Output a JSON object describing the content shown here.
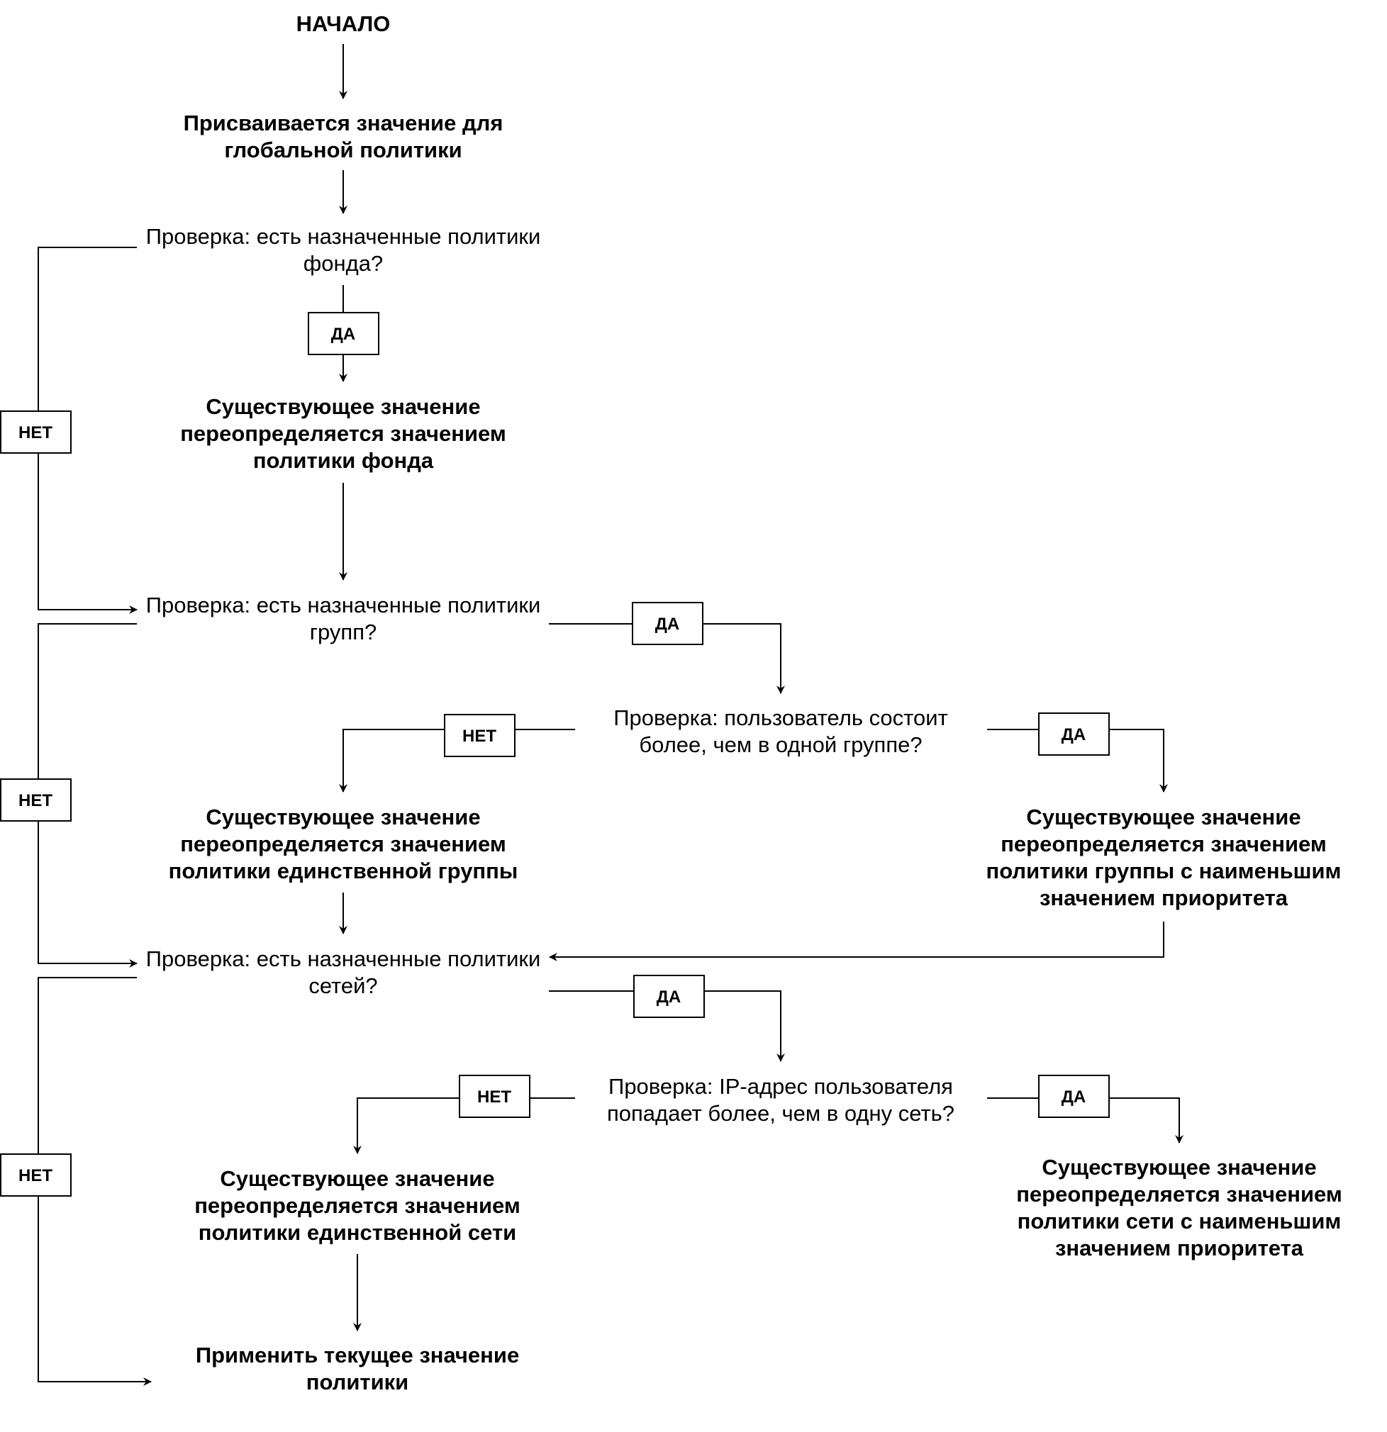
{
  "diagram": {
    "start": "НАЧАЛО",
    "global_policy": [
      "Присваивается значение для",
      "глобальной политики"
    ],
    "check_fund": [
      "Проверка: есть назначенные политики",
      "фонда?"
    ],
    "override_fund": [
      "Существующее значение",
      "переопределяется значением",
      "политики фонда"
    ],
    "check_groups": [
      "Проверка: есть назначенные политики",
      "групп?"
    ],
    "check_multi_group": [
      "Проверка: пользователь состоит",
      "более, чем в одной группе?"
    ],
    "override_single_group": [
      "Существующее значение",
      "переопределяется значением",
      "политики единственной группы"
    ],
    "override_min_priority_group": [
      "Существующее значение",
      "переопределяется значением",
      "политики группы с наименьшим",
      "значением приоритета"
    ],
    "check_networks": [
      "Проверка: есть назначенные политики",
      "сетей?"
    ],
    "check_multi_network": [
      "Проверка: IP-адрес пользователя",
      "попадает более, чем в одну сеть?"
    ],
    "override_single_network": [
      "Существующее значение",
      "переопределяется значением",
      "политики единственной сети"
    ],
    "override_min_priority_network": [
      "Существующее значение",
      "переопределяется значением",
      "политики сети с наименьшим",
      "значением приоритета"
    ],
    "apply_current": [
      "Применить текущее значение",
      "политики"
    ],
    "yes_label": "ДА",
    "no_label": "НЕТ"
  },
  "colors": {
    "line": "#000000",
    "background": "#ffffff"
  }
}
